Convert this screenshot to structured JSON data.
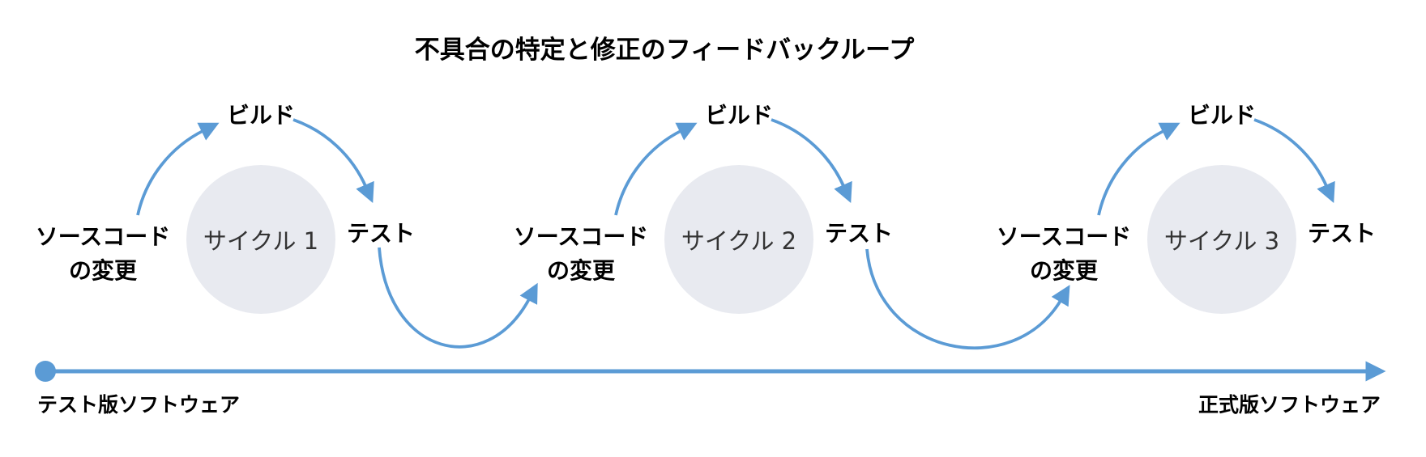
{
  "title": "不具合の特定と修正のフィードバックループ",
  "colors": {
    "arrow_blue": "#5B9BD5",
    "circle_fill": "#E8EAF0",
    "label_text": "#000000",
    "cycle_text": "#333333"
  },
  "cycles": [
    {
      "name": "サイクル 1",
      "source_line1": "ソースコード",
      "source_line2": "の変更",
      "build": "ビルド",
      "test": "テスト"
    },
    {
      "name": "サイクル 2",
      "source_line1": "ソースコード",
      "source_line2": "の変更",
      "build": "ビルド",
      "test": "テスト"
    },
    {
      "name": "サイクル 3",
      "source_line1": "ソースコード",
      "source_line2": "の変更",
      "build": "ビルド",
      "test": "テスト"
    }
  ],
  "timeline": {
    "start_label": "テスト版ソフトウェア",
    "end_label": "正式版ソフトウェア"
  }
}
